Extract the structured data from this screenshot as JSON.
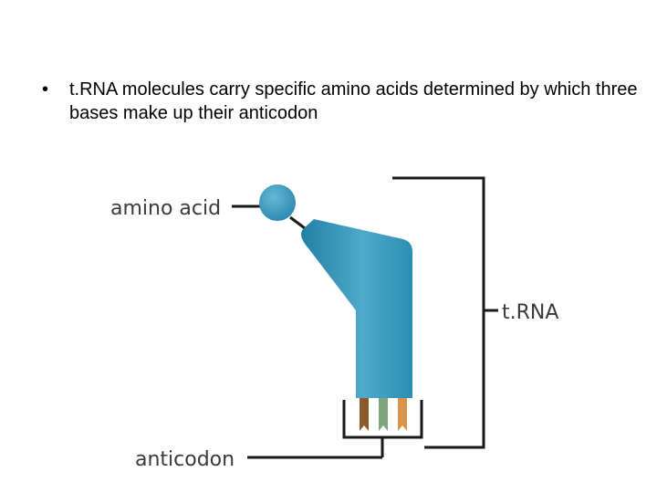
{
  "slide": {
    "bullet_marker": "•",
    "bullet_text": "t.RNA molecules carry specific amino acids determined by which three bases make up their anticodon"
  },
  "diagram": {
    "label_amino_acid": "amino acid",
    "label_trna": "t.RNA",
    "label_anticodon": "anticodon",
    "colors": {
      "body": "#2a8fb3",
      "body_light": "#5ab4d3",
      "amino_acid": "#3a9dc2",
      "base_1": "#8a5a2c",
      "base_2": "#7fa57a",
      "base_3": "#d9934a",
      "lines": "#1a1a1a"
    }
  }
}
